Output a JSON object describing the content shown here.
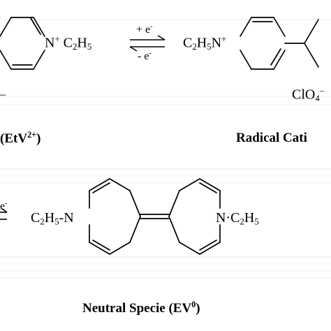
{
  "top": {
    "left_species": {
      "n_label": "N",
      "n_charge": "+",
      "ethyl_c": "C",
      "ethyl_c_sub": "2",
      "ethyl_h": "H",
      "ethyl_h_sub": "5",
      "counter_ion": "–",
      "name_label": "(EtV",
      "name_charge": "2+",
      "name_close": ")"
    },
    "arrow_forward_label": "+ e",
    "arrow_forward_sup": "-",
    "arrow_reverse_label": "- e",
    "arrow_reverse_sup": "-",
    "right_species": {
      "ethyl_c": "C",
      "ethyl_c_sub": "2",
      "ethyl_h": "H",
      "ethyl_h_sub": "5",
      "n_label": "N",
      "n_charge": "+",
      "counter_ion": "ClO",
      "counter_ion_sub": "4",
      "counter_ion_sup": "–",
      "name_label": "Radical Cati"
    }
  },
  "bottom": {
    "arrow_label": "e",
    "arrow_label_sup": "-",
    "left_ethyl_c": "C",
    "left_ethyl_c_sub": "2",
    "left_ethyl_h": "H",
    "left_ethyl_h_sub": "5",
    "left_bond": "-",
    "left_n_label": "N",
    "right_n_label": "N",
    "right_dot": "·",
    "right_ethyl_c": "C",
    "right_ethyl_c_sub": "2",
    "right_ethyl_h": "H",
    "right_ethyl_h_sub": "5",
    "name_label": "Neutral Specie (EV",
    "name_sup": "0",
    "name_close": ")"
  }
}
